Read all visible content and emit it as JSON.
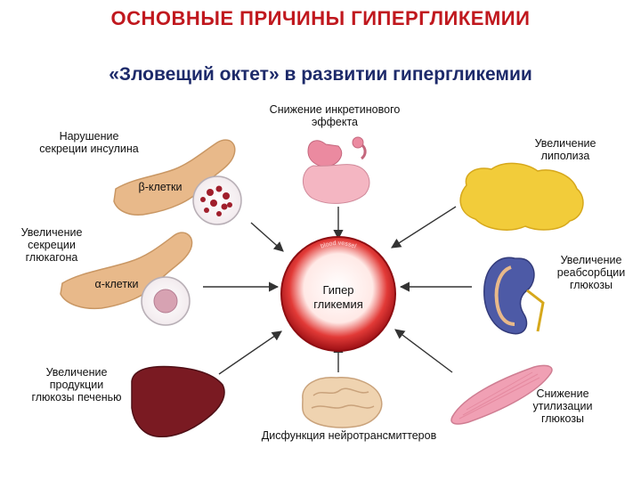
{
  "title": "ОСНОВНЫЕ ПРИЧИНЫ ГИПЕРГЛИКЕМИИ",
  "subtitle": "«Зловещий октет» в развитии гипергликемии",
  "center": {
    "label_line1": "Гипер",
    "label_line2": "гликемия",
    "ring_text": "blood vessel"
  },
  "factors": {
    "insulin_secretion": "Нарушение секреции инсулина",
    "beta_cells": "β-клетки",
    "glucagon_secretion": "Увеличение секреции глюкагона",
    "alpha_cells": "α-клетки",
    "liver_glucose": "Увеличение продукции глюкозы печенью",
    "incretin": "Снижение инкретинового эффекта",
    "neurotransmitter": "Дисфункция нейротрансмиттеров",
    "lipolysis": "Увеличение липолиза",
    "reabsorption": "Увеличение реабсорбции глюкозы",
    "utilization": "Снижение утилизации глюкозы"
  },
  "colors": {
    "title": "#c0181e",
    "subtitle": "#1d2a6a",
    "center_fill": "#b3151b",
    "pancreas": "#e8b98a",
    "fat": "#f2cc3a",
    "liver": "#7a1a22",
    "brain": "#efd3b0",
    "muscle": "#f0a0b4",
    "kidney": "#4d5aa6"
  }
}
